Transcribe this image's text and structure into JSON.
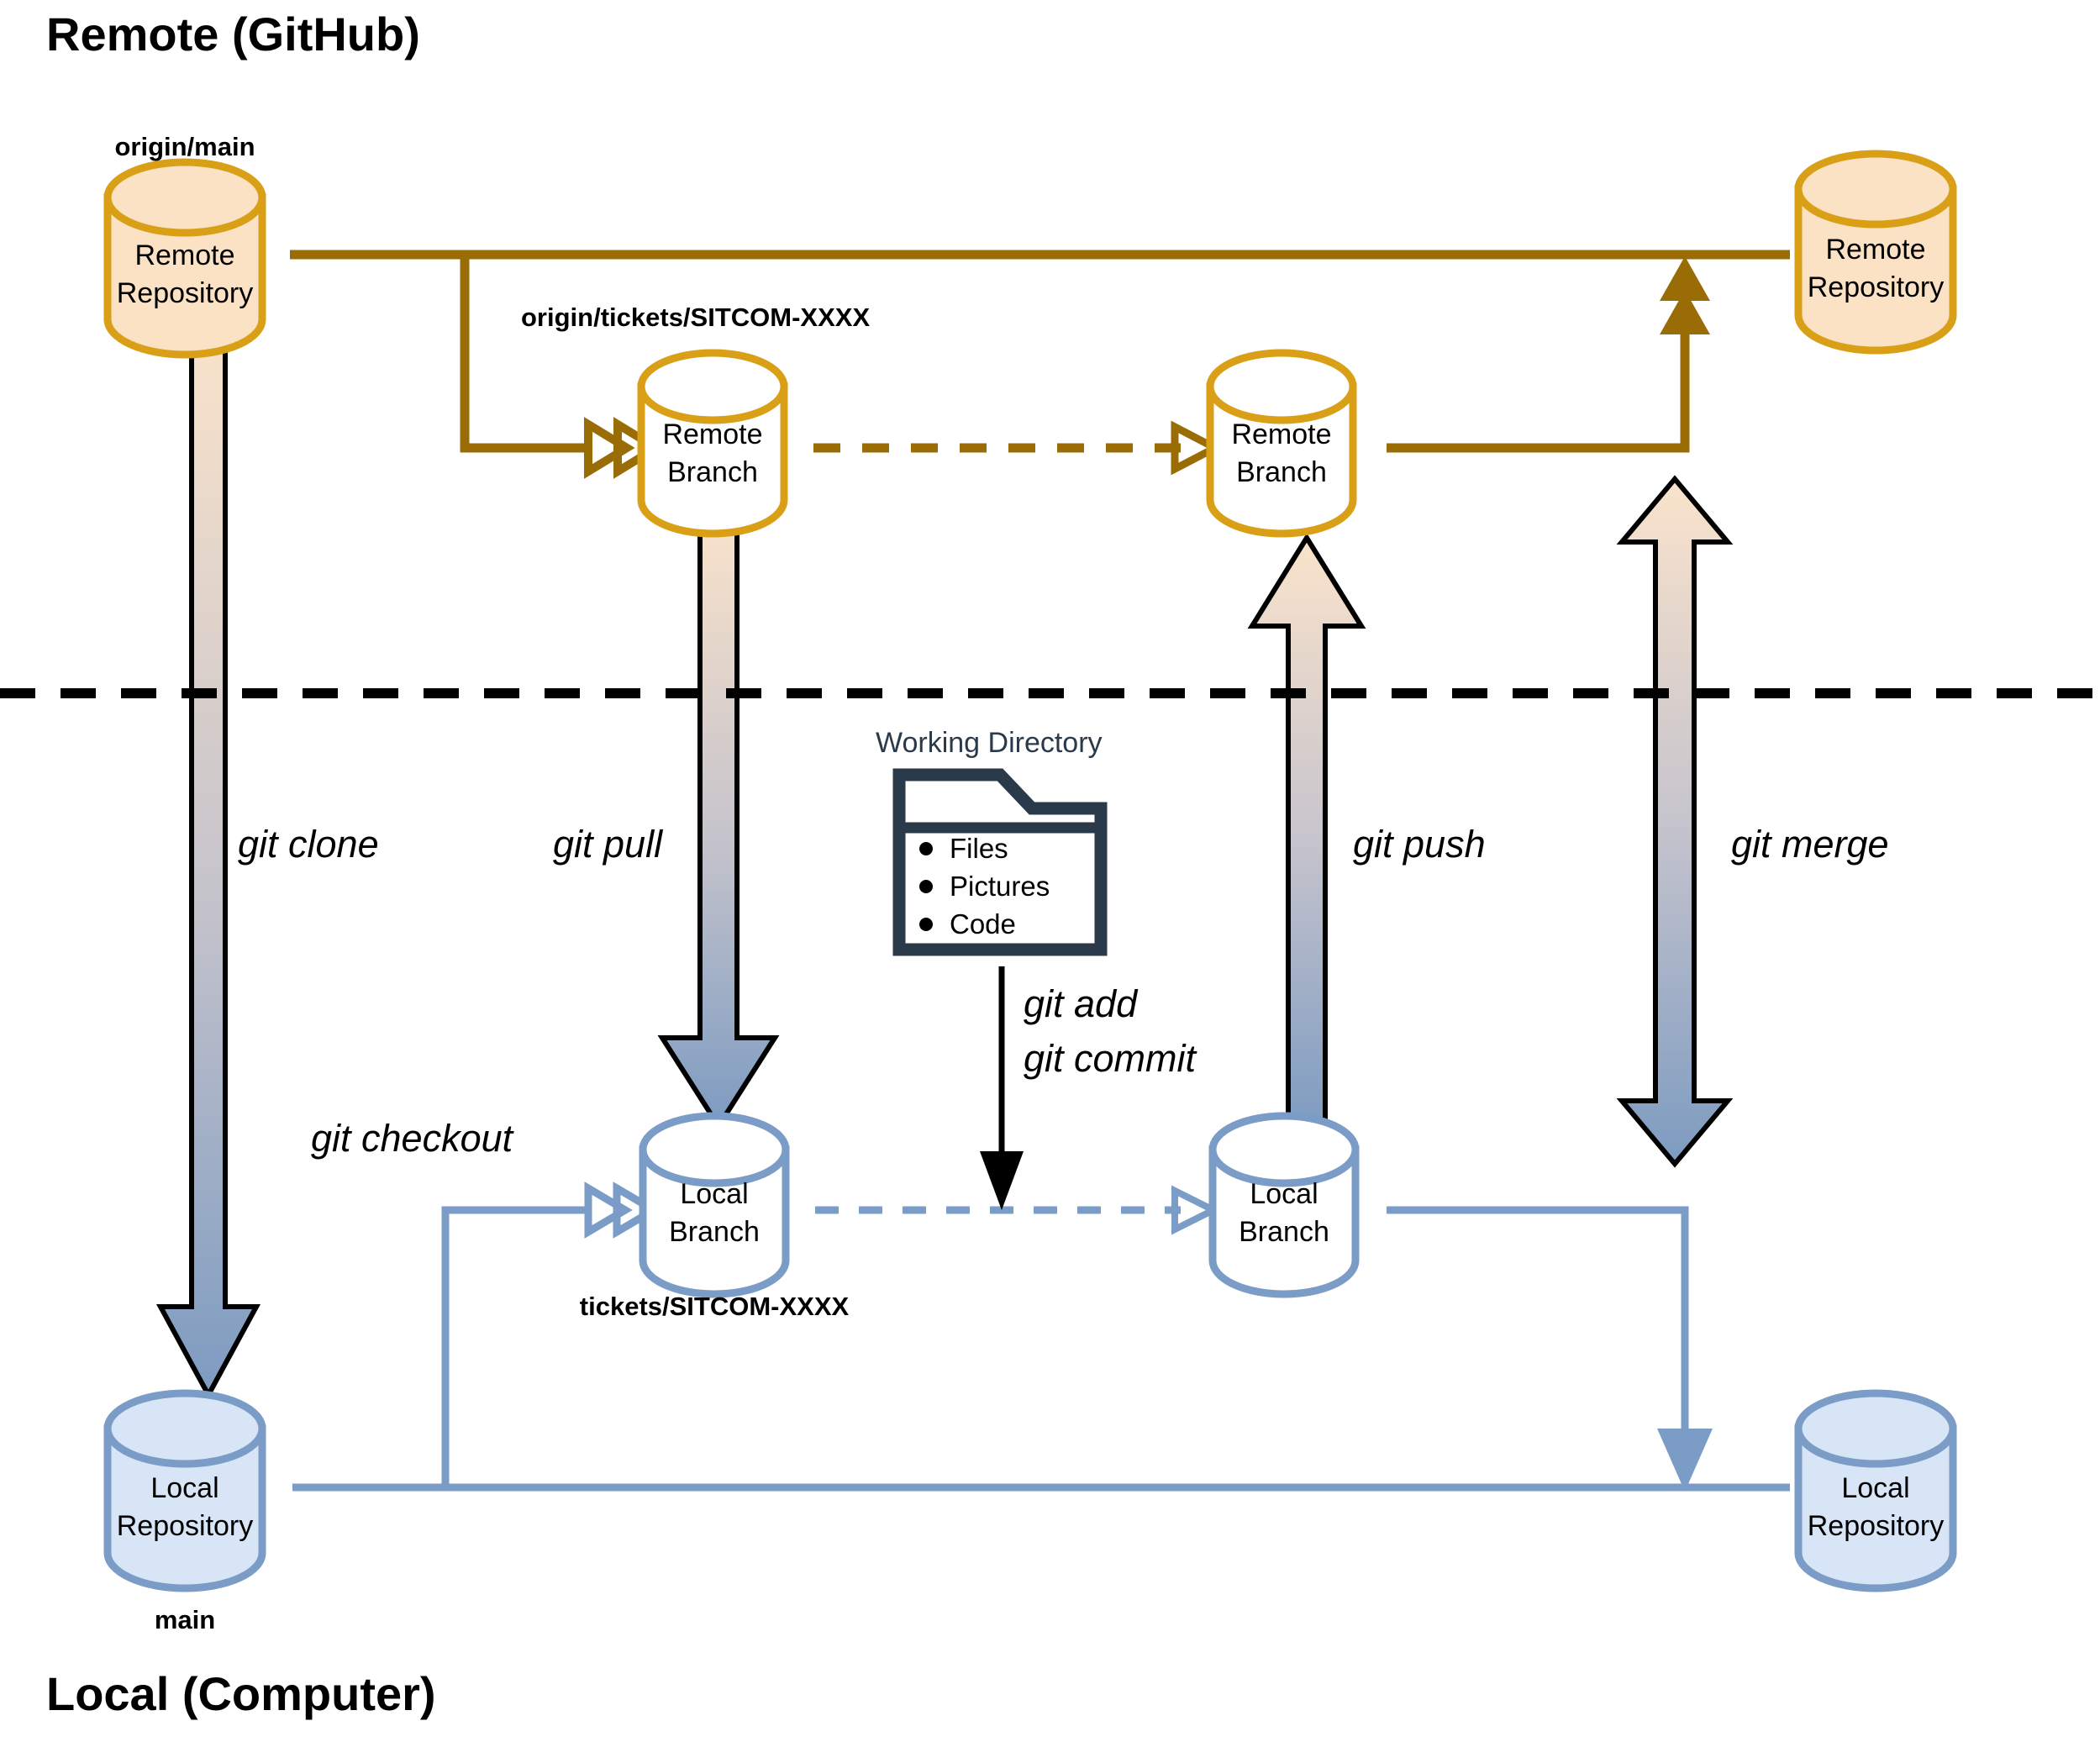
{
  "zones": {
    "remote_title": "Remote (GitHub)",
    "local_title": "Local (Computer)"
  },
  "colors": {
    "remote_stroke": "#d9a017",
    "remote_fill": "#fce2c4",
    "remote_line": "#9a6c06",
    "local_stroke": "#7a9cc6",
    "local_fill": "#d8e5f7",
    "folder_stroke": "#2b3a4a",
    "divider": "#000000",
    "arrow_top": "#fae3cb",
    "arrow_bottom": "#7d9bc1"
  },
  "branch_tags": {
    "origin_main": "origin/main",
    "origin_ticket": "origin/tickets/SITCOM-XXXX",
    "local_main": "main",
    "local_ticket": "tickets/SITCOM-XXXX"
  },
  "nodes": {
    "remote_repo_left": {
      "line1": "Remote",
      "line2": "Repository"
    },
    "remote_branch_left": {
      "line1": "Remote",
      "line2": "Branch"
    },
    "remote_branch_right": {
      "line1": "Remote",
      "line2": "Branch"
    },
    "remote_repo_right": {
      "line1": "Remote",
      "line2": "Repository"
    },
    "local_repo_left": {
      "line1": "Local",
      "line2": "Repository"
    },
    "local_branch_left": {
      "line1": "Local",
      "line2": "Branch"
    },
    "local_branch_right": {
      "line1": "Local",
      "line2": "Branch"
    },
    "local_repo_right": {
      "line1": "Local",
      "line2": "Repository"
    }
  },
  "working_directory": {
    "title": "Working Directory",
    "items": [
      "Files",
      "Pictures",
      "Code"
    ]
  },
  "commands": {
    "clone": "git clone",
    "pull": "git pull",
    "push": "git push",
    "merge": "git merge",
    "checkout": "git checkout",
    "add": "git add",
    "commit": "git commit"
  }
}
